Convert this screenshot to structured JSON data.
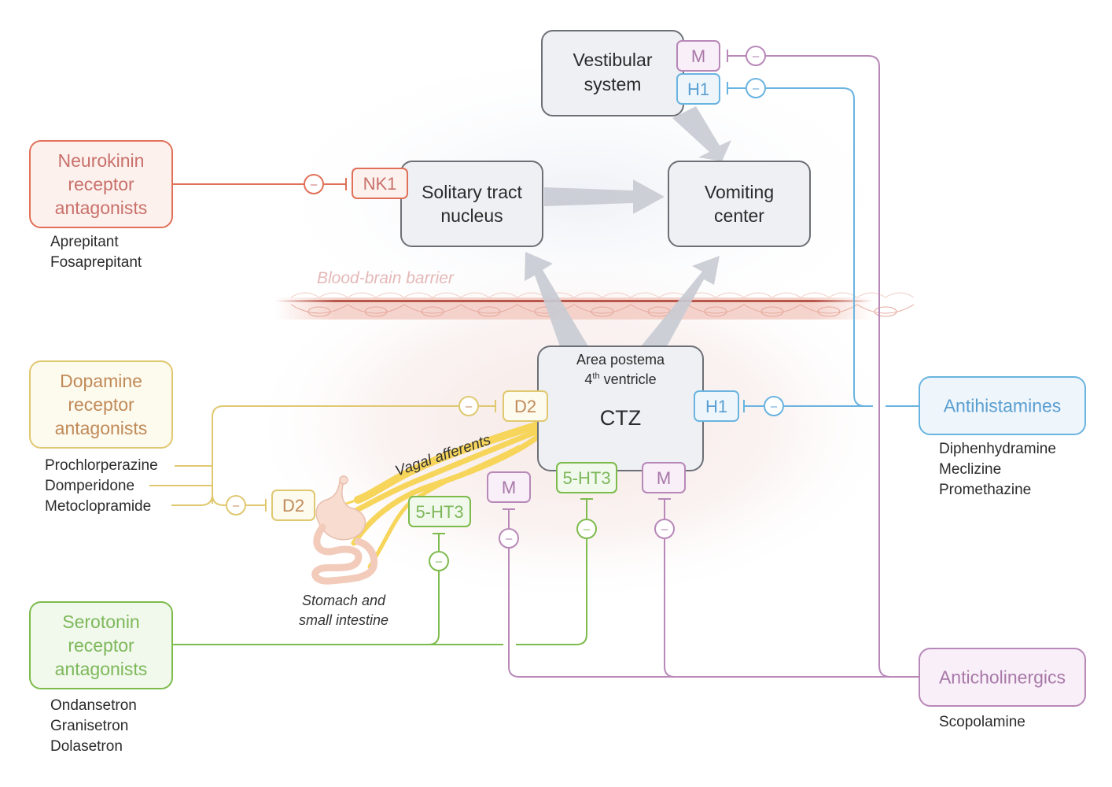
{
  "colors": {
    "neurokinin": "#e07058",
    "neurokinin_text": "#c9706a",
    "neurokinin_fill": "#fdf1ee",
    "dopamine": "#e0c870",
    "dopamine_text": "#c08a58",
    "dopamine_fill": "#fdfaee",
    "serotonin": "#7dbb4c",
    "serotonin_text": "#7db85a",
    "serotonin_fill": "#f1f8ec",
    "antihistamine": "#6ab4e0",
    "antihistamine_text": "#5a9ed0",
    "antihistamine_fill": "#eef6fc",
    "anticholinergic": "#b888b8",
    "anticholinergic_text": "#a878a8",
    "anticholinergic_fill": "#f8eff8",
    "center_box_fill": "#eff0f4",
    "center_box_stroke": "#6d6f76",
    "arrow": "#c4c8d0",
    "vagal": "#f6d55a",
    "gut": "#f5d5c8"
  },
  "centers": {
    "vestibular": "Vestibular\nsystem",
    "solitary": "Solitary tract\nnucleus",
    "vomiting": "Vomiting\ncenter",
    "ctz_line1": "Area postema",
    "ctz_line2_num": "4",
    "ctz_line2_sup": "th",
    "ctz_line2_rest": " ventricle",
    "ctz": "CTZ"
  },
  "receptors": {
    "vest_m": "M",
    "vest_h1": "H1",
    "nk1": "NK1",
    "ctz_d2": "D2",
    "ctz_h1": "H1",
    "ctz_5ht3": "5-HT3",
    "ctz_m": "M",
    "gut_d2": "D2",
    "gut_5ht3": "5-HT3",
    "gut_m": "M"
  },
  "inhibit_symbol": "–",
  "labels": {
    "bbb": "Blood-brain barrier",
    "vagal": "Vagal afferents",
    "gut_line1": "Stomach and",
    "gut_line2": "small intestine"
  },
  "drug_classes": {
    "neurokinin": {
      "title": [
        "Neurokinin",
        "receptor",
        "antagonists"
      ],
      "drugs": [
        "Aprepitant",
        "Fosaprepitant"
      ]
    },
    "dopamine": {
      "title": [
        "Dopamine",
        "receptor",
        "antagonists"
      ],
      "drugs": [
        "Prochlorperazine",
        "Domperidone",
        "Metoclopramide"
      ]
    },
    "serotonin": {
      "title": [
        "Serotonin",
        "receptor",
        "antagonists"
      ],
      "drugs": [
        "Ondansetron",
        "Granisetron",
        "Dolasetron"
      ]
    },
    "antihistamines": {
      "title": [
        "Antihistamines"
      ],
      "drugs": [
        "Diphenhydramine",
        "Meclizine",
        "Promethazine"
      ]
    },
    "anticholinergics": {
      "title": [
        "Anticholinergics"
      ],
      "drugs": [
        "Scopolamine"
      ]
    }
  }
}
